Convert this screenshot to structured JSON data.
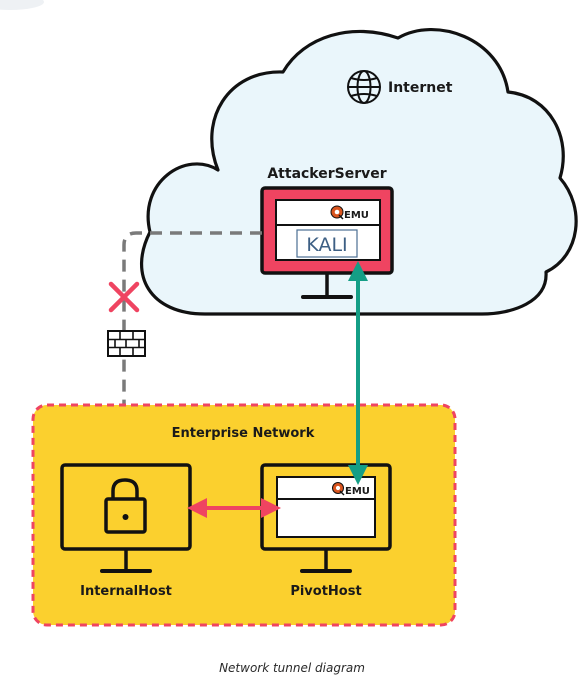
{
  "labels": {
    "internet": "Internet",
    "attacker_server": "AttackerServer",
    "kali": "KALI",
    "qemu_attacker": "EMU",
    "qemu_pivot": "EMU",
    "enterprise_network": "Enterprise Network",
    "internal_host": "InternalHost",
    "pivot_host": "PivotHost"
  },
  "caption": "Network tunnel diagram",
  "colors": {
    "cloud_fill": "#eaf6fb",
    "cloud_stroke": "#111111",
    "attacker_frame": "#ef4461",
    "enterprise_fill": "#fbd02e",
    "enterprise_border": "#ef4461",
    "monitor_frame": "#111111",
    "tunnel_arrow": "#149e86",
    "lateral_arrow": "#ef4461",
    "blocked_path": "#7a7a7a",
    "blocked_x": "#ef4461",
    "qemu_logo": "#d9541e"
  },
  "icons": [
    "globe-icon",
    "qemu-logo-icon",
    "firewall-icon",
    "blocked-x-icon",
    "padlock-icon"
  ]
}
